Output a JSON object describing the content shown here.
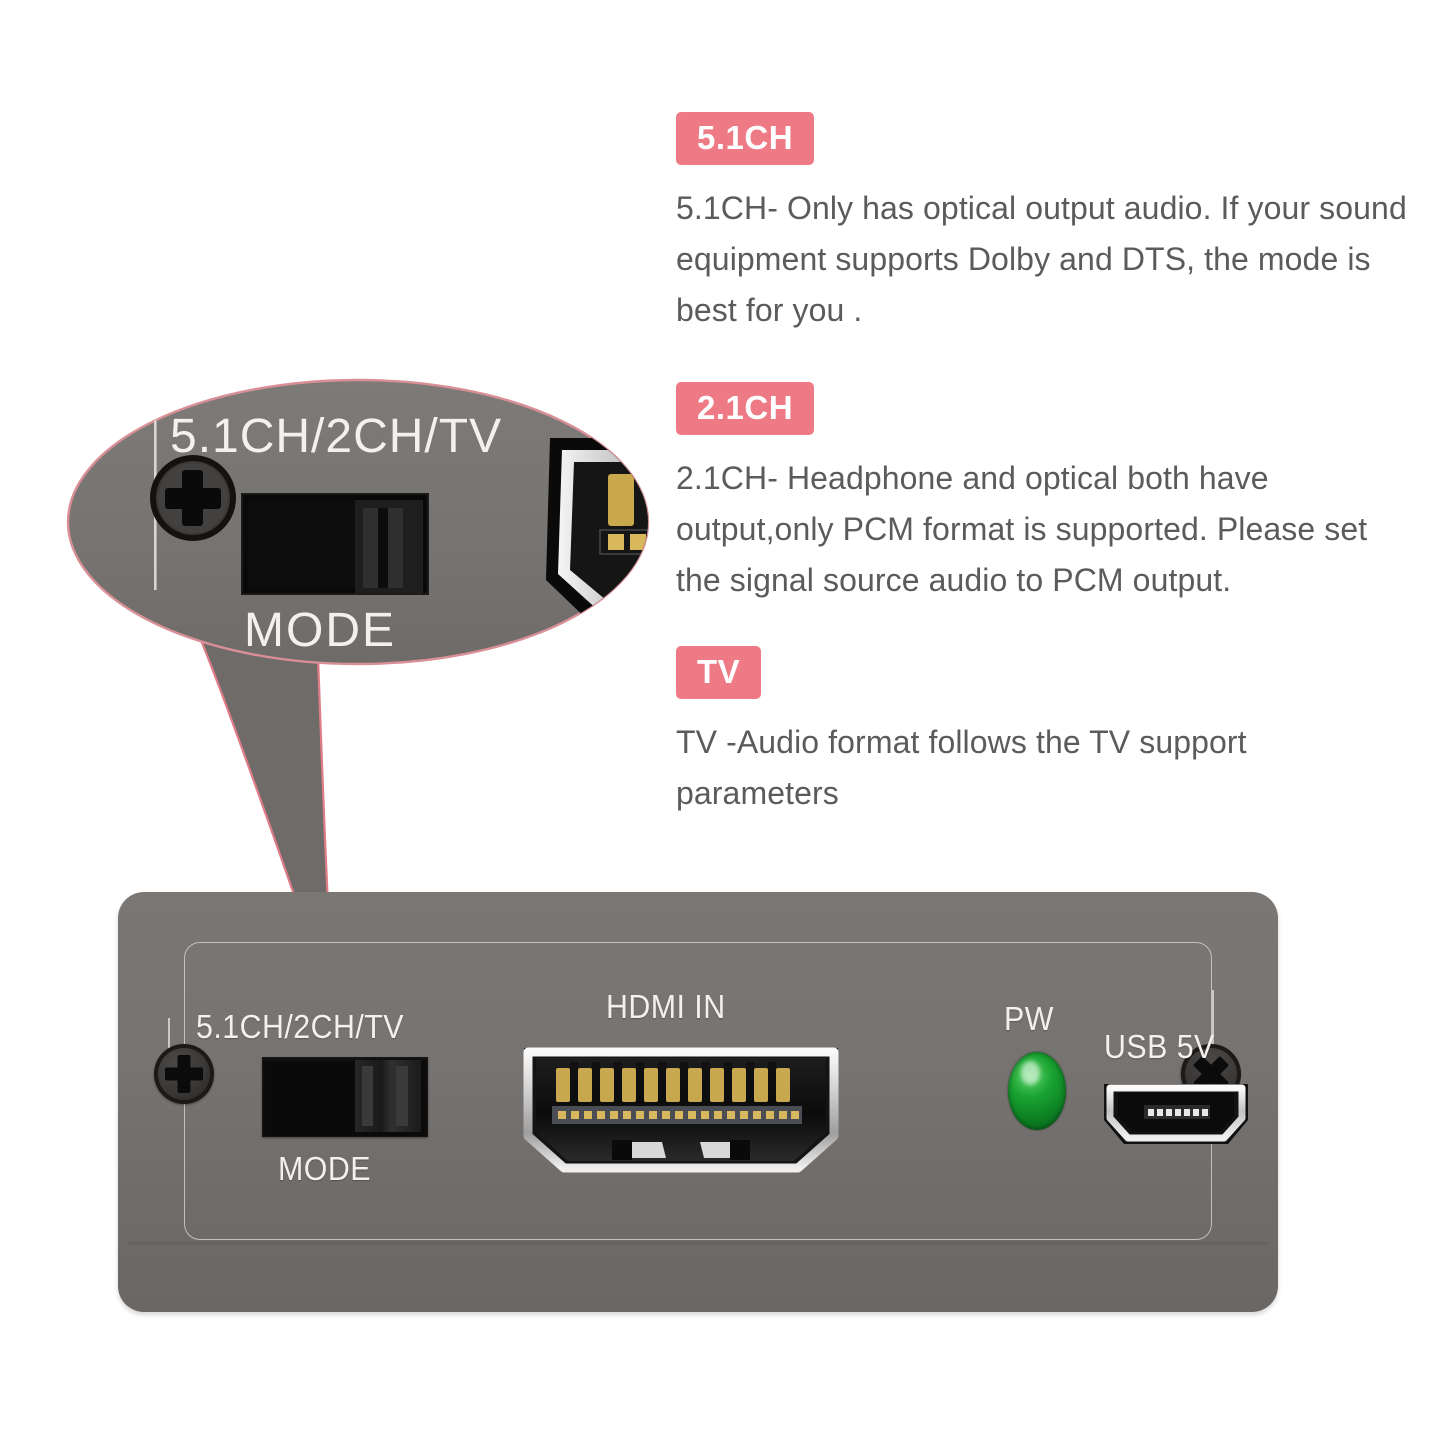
{
  "theme": {
    "badge_color": "#ee7a85",
    "badge_text_color": "#ffffff",
    "body_text_color": "#5b5b5b",
    "panel_color": "#767371",
    "panel_label_color": "#f3f1ef",
    "callout_outline_color": "#d98f96",
    "led_color": "#17a02f",
    "background": "#ffffff"
  },
  "descriptions": [
    {
      "badge": "5.1CH",
      "body": "5.1CH- Only has optical output audio. If your sound equipment supports Dolby and DTS,  the mode is best for you ."
    },
    {
      "badge": "2.1CH",
      "body": "2.1CH- Headphone and optical both have output,only PCM format is supported. Please set the signal source audio to PCM output."
    },
    {
      "badge": "TV",
      "body": "TV -Audio format follows the TV support parameters"
    }
  ],
  "callout": {
    "mode_label_top": "5.1CH/2CH/TV",
    "mode_label_bottom": "MODE",
    "icons": {
      "screw": "phillips-screw-icon",
      "switch": "slide-switch-icon",
      "port_edge": "hdmi-port-edge-icon"
    }
  },
  "device": {
    "labels": {
      "mode_top": "5.1CH/2CH/TV",
      "mode_bottom": "MODE",
      "hdmi": "HDMI IN",
      "power": "PW",
      "usb": "USB 5V"
    },
    "icons": {
      "left_screw": "phillips-screw-icon",
      "right_screw": "phillips-screw-icon",
      "mode_switch": "slide-switch-icon",
      "hdmi_port": "hdmi-port-icon",
      "power_led": "power-led-icon",
      "usb_port": "micro-usb-port-icon"
    },
    "switch_position": "right"
  }
}
